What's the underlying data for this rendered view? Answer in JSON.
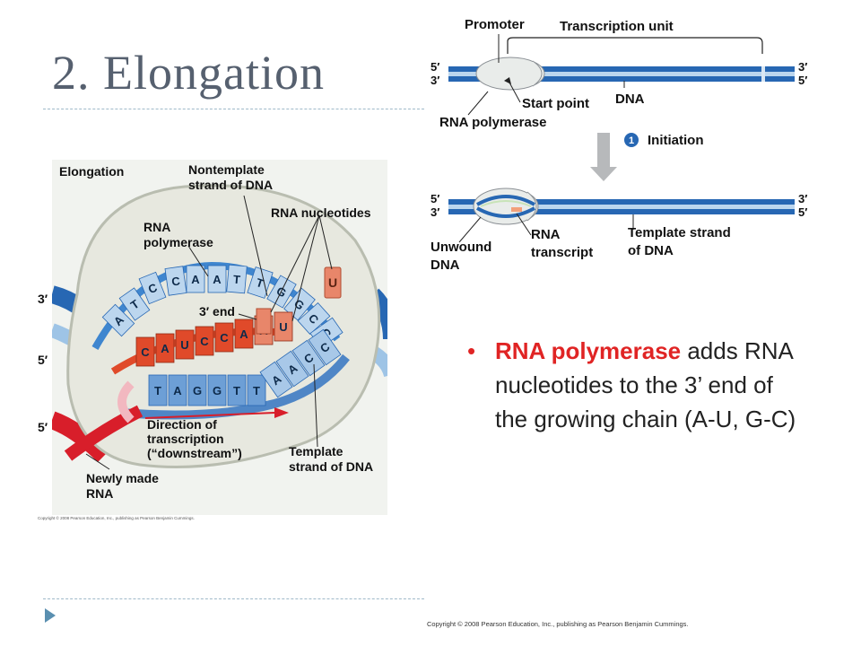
{
  "slide": {
    "title": "2. Elongation",
    "copyright_bottom": "Copyright © 2008 Pearson Education, Inc., publishing as Pearson Benjamin Cummings."
  },
  "top_figure": {
    "promoter": "Promoter",
    "transcription_unit": "Transcription unit",
    "dna": "DNA",
    "start_point": "Start point",
    "rna_polymerase": "RNA polymerase",
    "step_number": "1",
    "initiation": "Initiation",
    "five_prime": "5′",
    "three_prime": "3′",
    "unwound_line1": "Unwound",
    "unwound_line2": "DNA",
    "rna_line1": "RNA",
    "rna_line2": "transcript",
    "template_line1": "Template strand",
    "template_line2": "of DNA"
  },
  "left_figure": {
    "elongation": "Elongation",
    "nontemplate_line1": "Nontemplate",
    "nontemplate_line2": "strand of DNA",
    "rna_nucleotides": "RNA nucleotides",
    "rna_pol_line1": "RNA",
    "rna_pol_line2": "polymerase",
    "three_end": "3′ end",
    "three_prime": "3′",
    "five_prime": "5′",
    "direction_line1": "Direction of",
    "direction_line2": "transcription",
    "direction_line3": "(“downstream”)",
    "template_line1": "Template",
    "template_line2": "strand of DNA",
    "newly_line1": "Newly made",
    "newly_line2": "RNA",
    "copyright": "Copyright © 2008 Pearson Education, Inc., publishing as Pearson Benjamin Cummings.",
    "nontemplate_bases": [
      "A",
      "T",
      "C",
      "C",
      "A",
      "A",
      "T",
      "T",
      "G",
      "G",
      "C",
      "C"
    ],
    "rna_bases": [
      "C",
      "A",
      "U",
      "C",
      "C",
      "A",
      "A",
      "U"
    ],
    "template_bases": [
      "T",
      "A",
      "G",
      "G",
      "T",
      "T",
      "A",
      "A",
      "C",
      "C"
    ],
    "free_nucleotide": "U",
    "left_nontemplate": [
      "A",
      "T",
      "C"
    ]
  },
  "bullet": {
    "highlight": "RNA polymerase",
    "text": " adds RNA nucleotides to the 3’ end of the growing chain (A-U, G-C)"
  },
  "colors": {
    "accent_red": "#e02424",
    "dna_dark": "#1f5fa8",
    "dna_light": "#a8c8e8",
    "rna_orange": "#e04a2a",
    "title_gray": "#56606f"
  }
}
